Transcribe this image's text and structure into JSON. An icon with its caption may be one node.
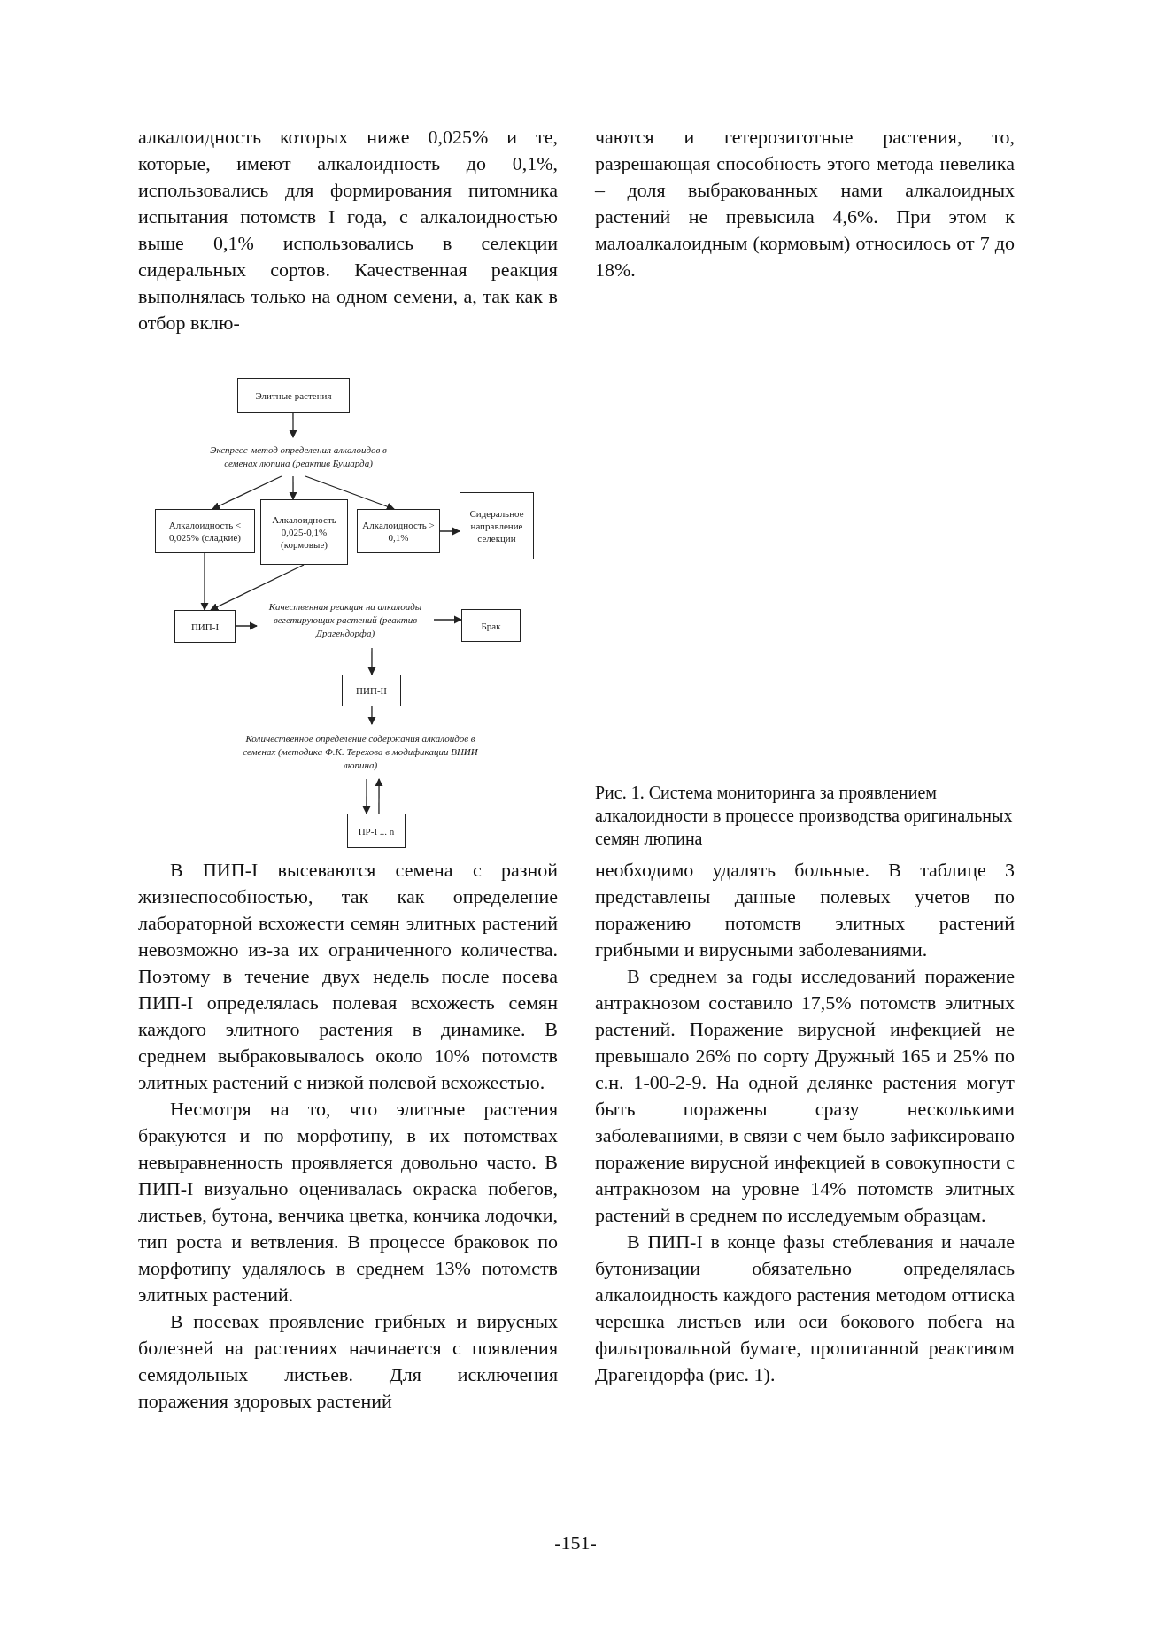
{
  "diagram": {
    "caption": "Рис. 1. Система мониторинга за проявлением алкалоидности в процессе производства оригинальных семян люпина",
    "nodes": [
      {
        "text": [
          "Элитные растения"
        ]
      },
      {
        "text": [
          "Экспресс-метод определения алкалоидов в семенах люпина (реактив Бушарда)"
        ]
      },
      {
        "text": [
          "Алкалоидность < 0,025% (сладкие)"
        ]
      },
      {
        "text": [
          "Алкалоидность 0,025-0,1% (кормовые)"
        ]
      },
      {
        "text": [
          "Алкалоидность > 0,1%"
        ]
      },
      {
        "text": [
          "Сидеральное направление селекции"
        ]
      },
      {
        "text": [
          "ПИП-I"
        ]
      },
      {
        "text": [
          "Качественная реакция на алкалоиды вегетирующих растений (реактив Драгендорфа)"
        ]
      },
      {
        "text": [
          "Брак"
        ]
      },
      {
        "text": [
          "ПИП-II"
        ]
      },
      {
        "text": [
          "Количественное определение содержания алкалоидов в семенах (методика Ф.К. Терехова в модификации ВНИИ люпина)"
        ]
      },
      {
        "text": [
          "ПР-I ... n"
        ]
      }
    ],
    "edges": [
      {
        "from": 0,
        "to": 1,
        "arrow": "to"
      },
      {
        "from": 1,
        "to": 2,
        "arrow": "to"
      },
      {
        "from": 1,
        "to": 3,
        "arrow": "to"
      },
      {
        "from": 1,
        "to": 4,
        "arrow": "to"
      },
      {
        "from": 4,
        "to": 5,
        "arrow": "to"
      },
      {
        "from": 2,
        "to": 6,
        "arrow": "to"
      },
      {
        "from": 3,
        "to": 6,
        "arrow": "to"
      },
      {
        "from": 6,
        "to": 7,
        "arrow": "to"
      },
      {
        "from": 7,
        "to": 8,
        "arrow": "to"
      },
      {
        "from": 7,
        "to": 9,
        "arrow": "to"
      },
      {
        "from": 9,
        "to": 10,
        "arrow": "to"
      },
      {
        "from": 10,
        "to": 11,
        "arrow": "to"
      },
      {
        "from": 11,
        "to": 10,
        "arrow": "to"
      }
    ],
    "labels": [
      "алкалоидность которых ниже 0,025% и те, которые, имеют алкалоидность до 0,1%, использовались для формирования питомника испытания потомств I года, с алкалоидностью выше 0,1% использовались в селекции сидеральных сортов. Качественная реакция выполнялась только на одном семени, а, так как в отбор вклю-",
      "чаются и гетерозиготные растения, то, разрешающая способность этого метода невелика – доля выбракованных нами алкалоидных растений не превысила 4,6%. При этом к малоалкалоидным (кормовым) относилось от 7 до 18%.",
      "В ПИП-I высеваются семена с разной жизнеспособностью, так как определение лабораторной всхожести семян элитных растений невозможно из-за их ограниченного количества. Поэтому в течение двух недель после посева ПИП-I определялась полевая всхожесть семян каждого элитного растения в динамике. В среднем выбраковывалось около 10% потомств элитных растений с низкой полевой всхожестью.",
      "Несмотря на то, что элитные растения бракуются и по морфотипу, в их потомствах невыравненность проявляется довольно часто. В ПИП-I визуально оценивалась окраска побегов, листьев, бутона, венчика цветка, кончика лодочки, тип роста и ветвления. В процессе браковок по морфотипу удалялось в среднем 13% потомств элитных растений.",
      "В посевах проявление грибных и вирусных болезней на растениях начинается с появления семядольных листьев. Для исключения поражения здоровых растений",
      "необходимо удалять больные. В таблице 3 представлены данные полевых учетов по поражению потомств элитных растений грибными и вирусными заболеваниями.",
      "В среднем за годы исследований поражение антракнозом составило 17,5% потомств элитных растений. Поражение вирусной инфекцией не превышало 26% по сорту Дружный 165 и 25% по с.н. 1-00-2-9. На одной делянке растения могут быть поражены сразу несколькими заболеваниями, в связи с чем было зафиксировано поражение вирусной инфекцией в совокупности с антракнозом на уровне 14% потомств элитных растений в среднем по исследуемым образцам.",
      "В ПИП-I в конце фазы стеблевания и начале бутонизации обязательно определялась алкалоидность каждого растения методом оттиска черешка листьев или оси бокового побега на фильтровальной бумаге, пропитанной реактивом Драгендорфа (рис. 1).",
      "-151-"
    ]
  }
}
